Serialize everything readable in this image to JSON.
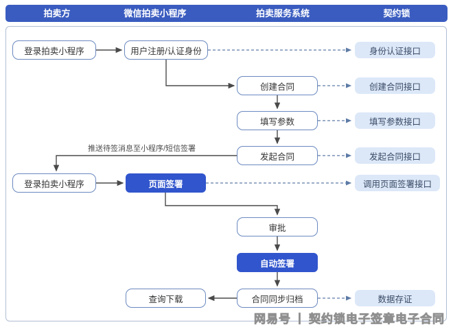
{
  "header": {
    "columns": [
      {
        "label": "拍卖方"
      },
      {
        "label": "微信拍卖小程序"
      },
      {
        "label": "拍卖服务系统"
      },
      {
        "label": "契约锁"
      }
    ]
  },
  "nodes": {
    "login1": {
      "label": "登录拍卖小程序"
    },
    "register": {
      "label": "用户注册/认证身份"
    },
    "id_api": {
      "label": "身份认证接口"
    },
    "create": {
      "label": "创建合同"
    },
    "create_api": {
      "label": "创建合同接口"
    },
    "fill": {
      "label": "填写参数"
    },
    "fill_api": {
      "label": "填写参数接口"
    },
    "initiate": {
      "label": "发起合同"
    },
    "initiate_api": {
      "label": "发起合同接口"
    },
    "login2": {
      "label": "登录拍卖小程序"
    },
    "page_sign": {
      "label": "页面签署"
    },
    "page_sign_api": {
      "label": "调用页面签署接口"
    },
    "approve": {
      "label": "审批"
    },
    "auto_sign": {
      "label": "自动签署"
    },
    "query": {
      "label": "查询下载"
    },
    "archive": {
      "label": "合同同步归档"
    },
    "evidence": {
      "label": "数据存证"
    }
  },
  "edge_labels": {
    "push_message": "推送待签消息至小程序/短信签署"
  },
  "watermark": {
    "logo": "网易号",
    "separator": "丨",
    "account": "契约锁电子签章电子合同"
  },
  "colors": {
    "header_bg": "#3a5cc0",
    "primary_node_bg": "#3155cd",
    "api_node_bg": "#dce8f8",
    "process_border": "#6a88bf",
    "solid_line": "#4a4a4a",
    "dashed_line": "#5d7ba6"
  }
}
